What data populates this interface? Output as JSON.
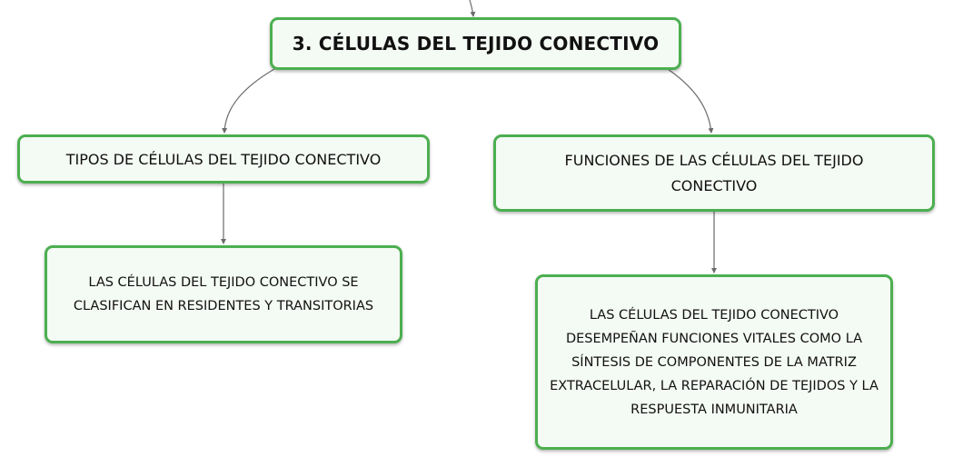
{
  "diagram": {
    "root": {
      "label": "3. CÉLULAS DEL TEJIDO CONECTIVO"
    },
    "branches": [
      {
        "label": "TIPOS DE CÉLULAS DEL TEJIDO CONECTIVO",
        "child": "LAS CÉLULAS DEL TEJIDO CONECTIVO SE CLASIFICAN EN RESIDENTES Y TRANSITORIAS"
      },
      {
        "label": "FUNCIONES DE LAS CÉLULAS DEL TEJIDO CONECTIVO",
        "child": "LAS CÉLULAS DEL TEJIDO CONECTIVO DESEMPEÑAN FUNCIONES VITALES COMO LA SÍNTESIS DE COMPONENTES DE LA MATRIZ EXTRACELULAR, LA REPARACIÓN DE TEJIDOS Y LA RESPUESTA INMUNITARIA"
      }
    ]
  },
  "colors": {
    "node_border": "#4caf50",
    "node_fill": "#f4faf4",
    "connector": "#6b6b6b",
    "text": "#111111"
  }
}
